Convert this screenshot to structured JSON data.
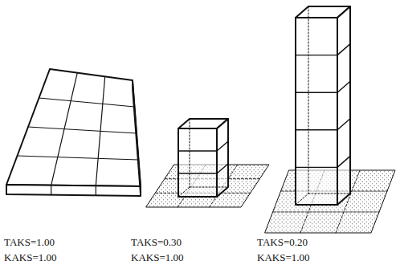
{
  "diagram": {
    "labels": [
      "TAKS=1.00",
      "KAKS=1.00",
      "TAKS=0.30",
      "KAKS=1.00",
      "TAKS=0.20",
      "KAKS=1.00"
    ]
  }
}
